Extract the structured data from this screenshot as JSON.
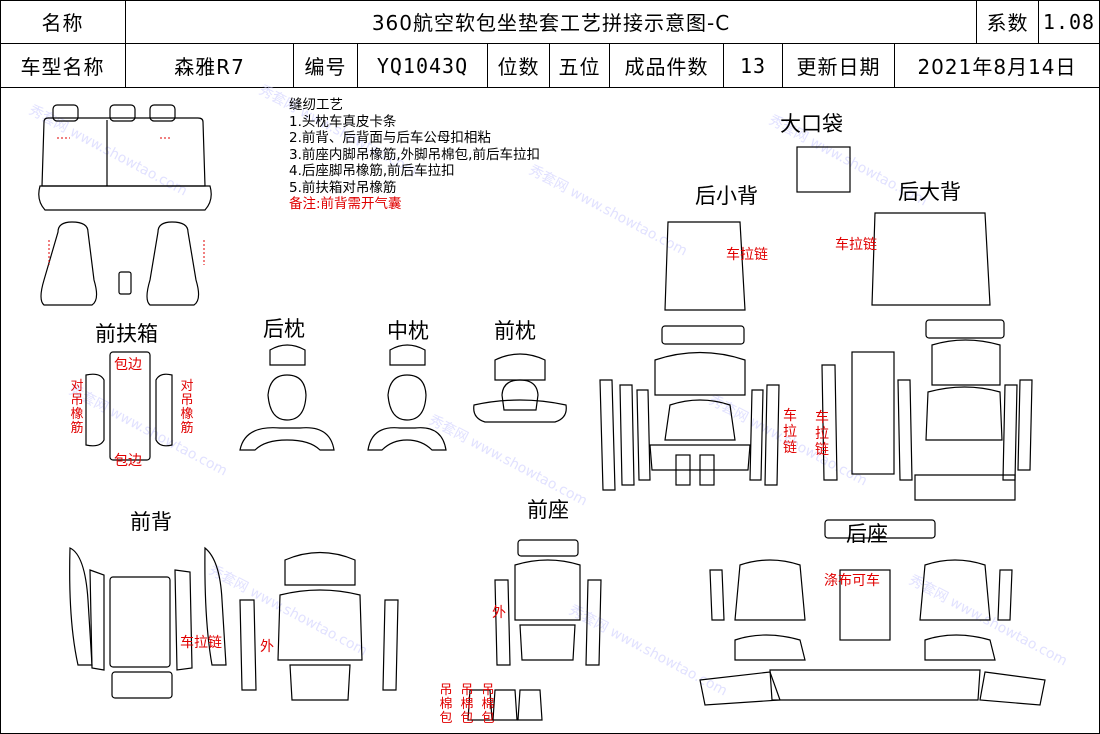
{
  "header": {
    "name_label": "名称",
    "title": "360航空软包坐垫套工艺拼接示意图-C",
    "coef_label": "系数",
    "coef_value": "1.08",
    "model_label": "车型名称",
    "model_value": "森雅R7",
    "code_label": "编号",
    "code_value": "YQ1043Q",
    "seats_label": "位数",
    "seats_value": "五位",
    "pieces_label": "成品件数",
    "pieces_value": "13",
    "date_label": "更新日期",
    "date_value": "2021年8月14日"
  },
  "notes": {
    "title": "缝纫工艺",
    "lines": [
      "1.头枕车真皮卡条",
      "2.前背、后背面与后车公母扣相粘",
      "3.前座内脚吊橡筋,外脚吊棉包,前后车拉扣",
      "4.后座脚吊橡筋,前后车拉扣",
      "5.前扶箱对吊橡筋"
    ],
    "remark": "备注:前背需开气囊"
  },
  "sections": {
    "front_armrest": "前扶箱",
    "rear_headrest": "后枕",
    "mid_headrest": "中枕",
    "front_headrest": "前枕",
    "big_pocket": "大口袋",
    "rear_small_back": "后小背",
    "rear_big_back": "后大背",
    "front_back": "前背",
    "front_seat": "前座",
    "rear_seat": "后座"
  },
  "annotations": {
    "wrap_edge": "包边",
    "elastic": "对吊橡筋",
    "zipper": "车拉链",
    "outer": "外",
    "pad": "吊棉包",
    "fabric": "涤布可车"
  },
  "watermark": "秀套网 www.showtao.com"
}
